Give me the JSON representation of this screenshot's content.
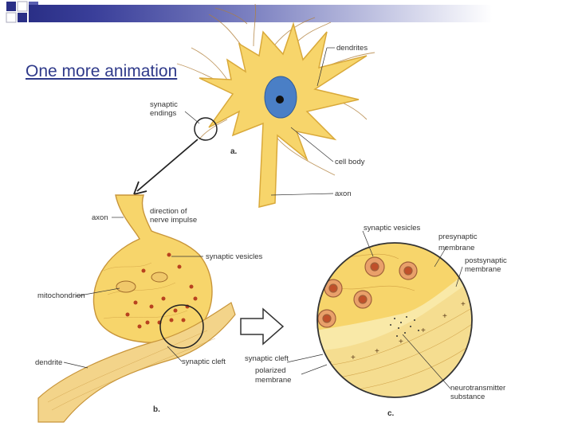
{
  "link": {
    "text": "One more animation"
  },
  "labels": {
    "top_small": "",
    "dendrites": "dendrites",
    "synaptic_endings_1": "synaptic",
    "synaptic_endings_2": "endings",
    "panel_a": "a.",
    "cell_body": "cell body",
    "axon_a": "axon",
    "axon_b": "axon",
    "direction_1": "direction of",
    "direction_2": "nerve impulse",
    "synaptic_vesicles_b": "synaptic vesicles",
    "mitochondrion": "mitochondrion",
    "dendrite": "dendrite",
    "synaptic_cleft_b": "synaptic cleft",
    "panel_b": "b.",
    "synaptic_vesicles_c": "synaptic vesicles",
    "presynaptic_1": "presynaptic",
    "presynaptic_2": "membrane",
    "postsynaptic_1": "postsynaptic",
    "postsynaptic_2": "membrane",
    "synaptic_cleft_c": "synaptic cleft",
    "polarized_1": "polarized",
    "polarized_2": "membrane",
    "neurotransmitter_1": "neurotransmitter",
    "neurotransmitter_2": "substance",
    "panel_c": "c."
  },
  "colors": {
    "cell_fill": "#f7d56b",
    "cell_stroke": "#d9a93a",
    "nucleus": "#4a7fc6",
    "vesicle": "#b8421f",
    "title_bar": "#2a2f86"
  }
}
